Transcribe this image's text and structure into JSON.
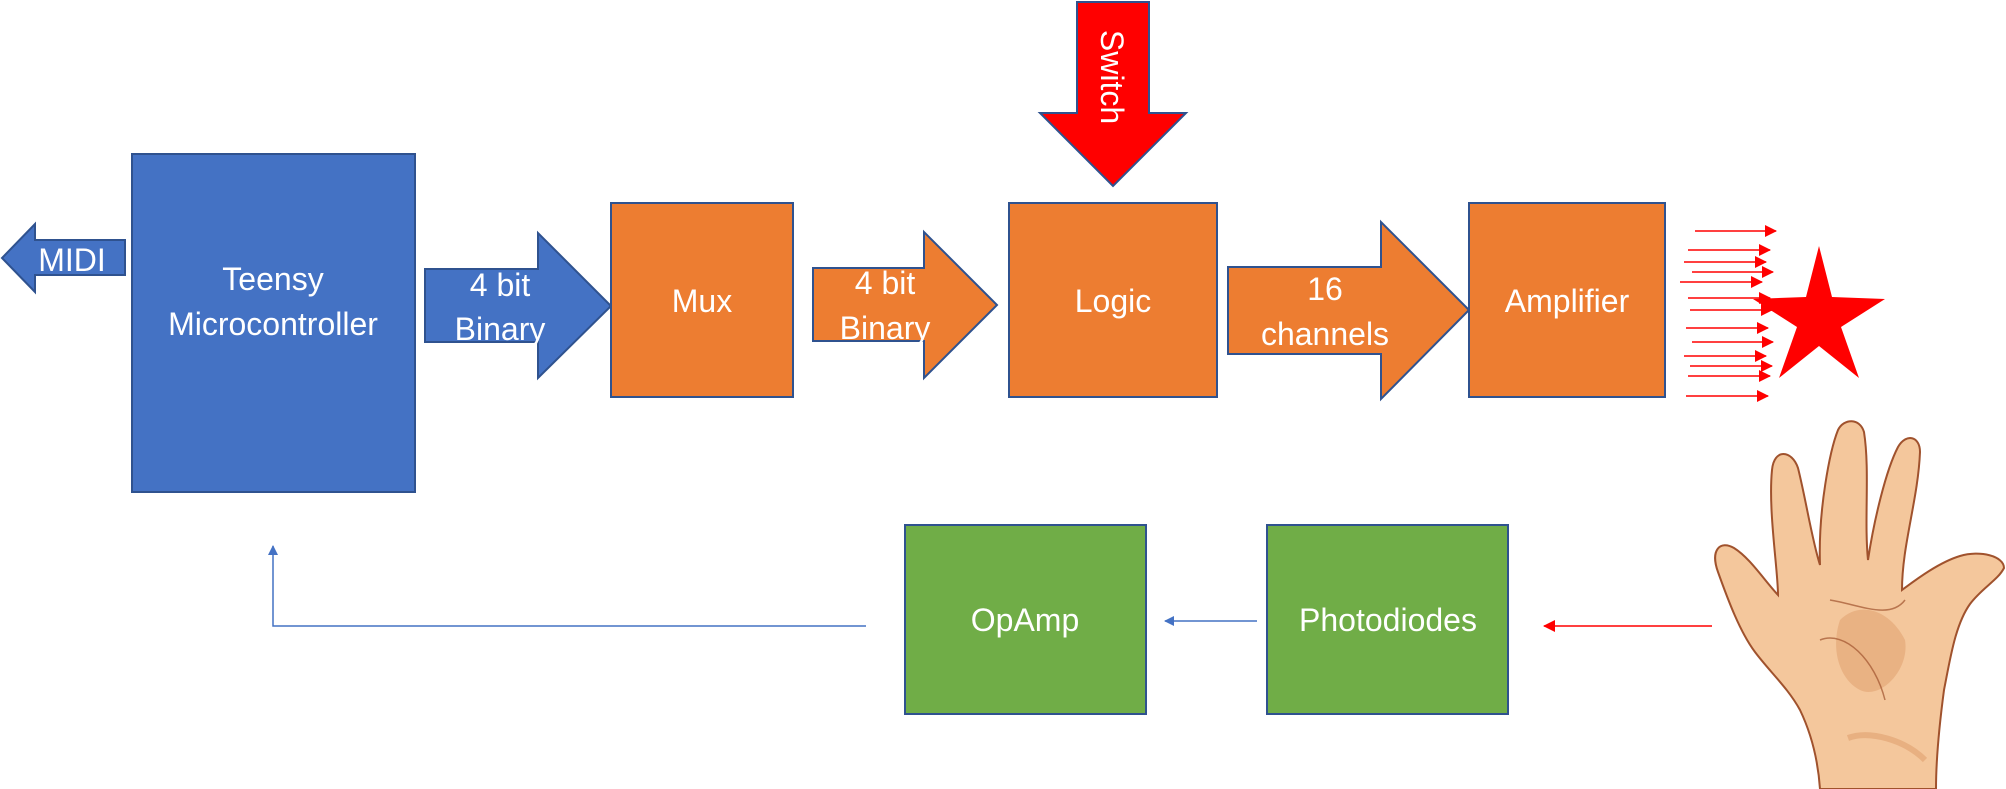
{
  "colors": {
    "blue": "#4472C4",
    "blue_border": "#2F528F",
    "orange": "#ED7D31",
    "orange_border": "#2F528F",
    "green": "#70AD47",
    "red": "#FF0000",
    "skin": "#F4C79C",
    "skin_shadow": "#E0A070",
    "hand_outline": "#A0522D"
  },
  "blocks": {
    "teensy": {
      "line1": "Teensy",
      "line2": "Microcontroller"
    },
    "mux": "Mux",
    "logic": "Logic",
    "amplifier": "Amplifier",
    "opamp": "OpAmp",
    "photodiodes": "Photodiodes"
  },
  "arrows": {
    "midi": "MIDI",
    "binary_blue": {
      "line1": "4 bit",
      "line2": "Binary"
    },
    "binary_orange": {
      "line1": "4 bit",
      "line2": "Binary"
    },
    "channels": {
      "line1": "16",
      "line2": "channels"
    },
    "switch": "Switch"
  },
  "icons": {
    "star": "star-icon",
    "hand": "hand-icon",
    "light_rays": "light-rays-icon"
  }
}
